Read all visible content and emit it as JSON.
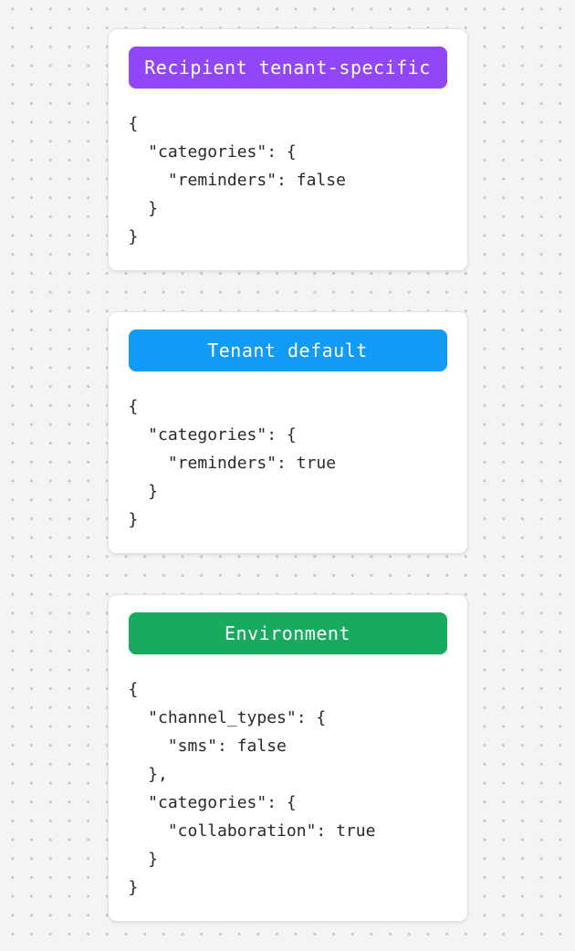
{
  "canvas": {
    "background_color": "#f4f4f5",
    "dot_color": "#c7c7ca"
  },
  "cards": [
    {
      "label": "Recipient tenant-specific",
      "badge_color": "#9147f7",
      "code": "{\n  \"categories\": {\n    \"reminders\": false\n  }\n}"
    },
    {
      "label": "Tenant default",
      "badge_color": "#119bf7",
      "code": "{\n  \"categories\": {\n    \"reminders\": true\n  }\n}"
    },
    {
      "label": "Environment",
      "badge_color": "#18ab5e",
      "code": "{\n  \"channel_types\": {\n    \"sms\": false\n  },\n  \"categories\": {\n    \"collaboration\": true\n  }\n}"
    }
  ]
}
